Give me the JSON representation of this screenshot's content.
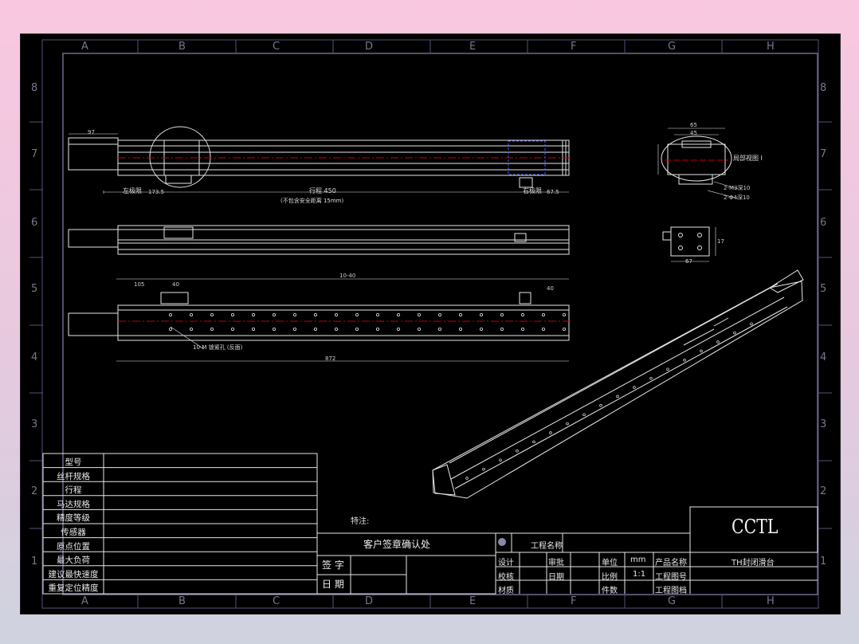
{
  "zones": {
    "columns": [
      "A",
      "B",
      "C",
      "D",
      "E",
      "F",
      "G",
      "H"
    ],
    "rows": [
      "8",
      "7",
      "6",
      "5",
      "4",
      "3",
      "2",
      "1"
    ]
  },
  "spec_table": {
    "rows": [
      "型号",
      "丝杆规格",
      "行程",
      "马达规格",
      "精度等级",
      "传感器",
      "原点位置",
      "最大负荷",
      "建议最快速度",
      "重复定位精度"
    ]
  },
  "notes": {
    "label": "特注:"
  },
  "customer": {
    "title": "客户签章确认处",
    "sign": "签 字",
    "date": "日 期"
  },
  "title_block": {
    "project_label": "工程名称",
    "design": "设计",
    "check": "校核",
    "material": "材质",
    "approve": "审批",
    "date": "日期",
    "unit_label": "单位",
    "unit_value": "mm",
    "scale_label": "比例",
    "scale_value": "1:1",
    "qty_label": "件数",
    "product_label": "产品名称",
    "product_value": "TH封闭滑台",
    "drawing_no_label": "工程图号",
    "drawing_file_label": "工程图档",
    "company": "CCTL"
  },
  "annotations": {
    "left_limit": "左极限",
    "left_limit_value": "173.5",
    "stroke": "行程 450",
    "safety_note": "(不包含安全距离 15mm)",
    "right_limit": "右极限",
    "right_limit_value": "67.5",
    "section_view": "局部视图 I",
    "hole_note": "10-M 锁紧孔 (反面)",
    "top_dim": "10-40",
    "dim_105": "105",
    "dim_40a": "40",
    "dim_40b": "40",
    "dim_872": "872",
    "dim_65": "65",
    "dim_45": "45",
    "dim_67": "67",
    "dim_17": "17",
    "dim_97": "97",
    "hole1": "2-M3深10",
    "hole2": "2-Φ4深10"
  },
  "colors": {
    "line": "#e6e6e6",
    "center": "#c80000",
    "frame": "#5a5a7a"
  }
}
